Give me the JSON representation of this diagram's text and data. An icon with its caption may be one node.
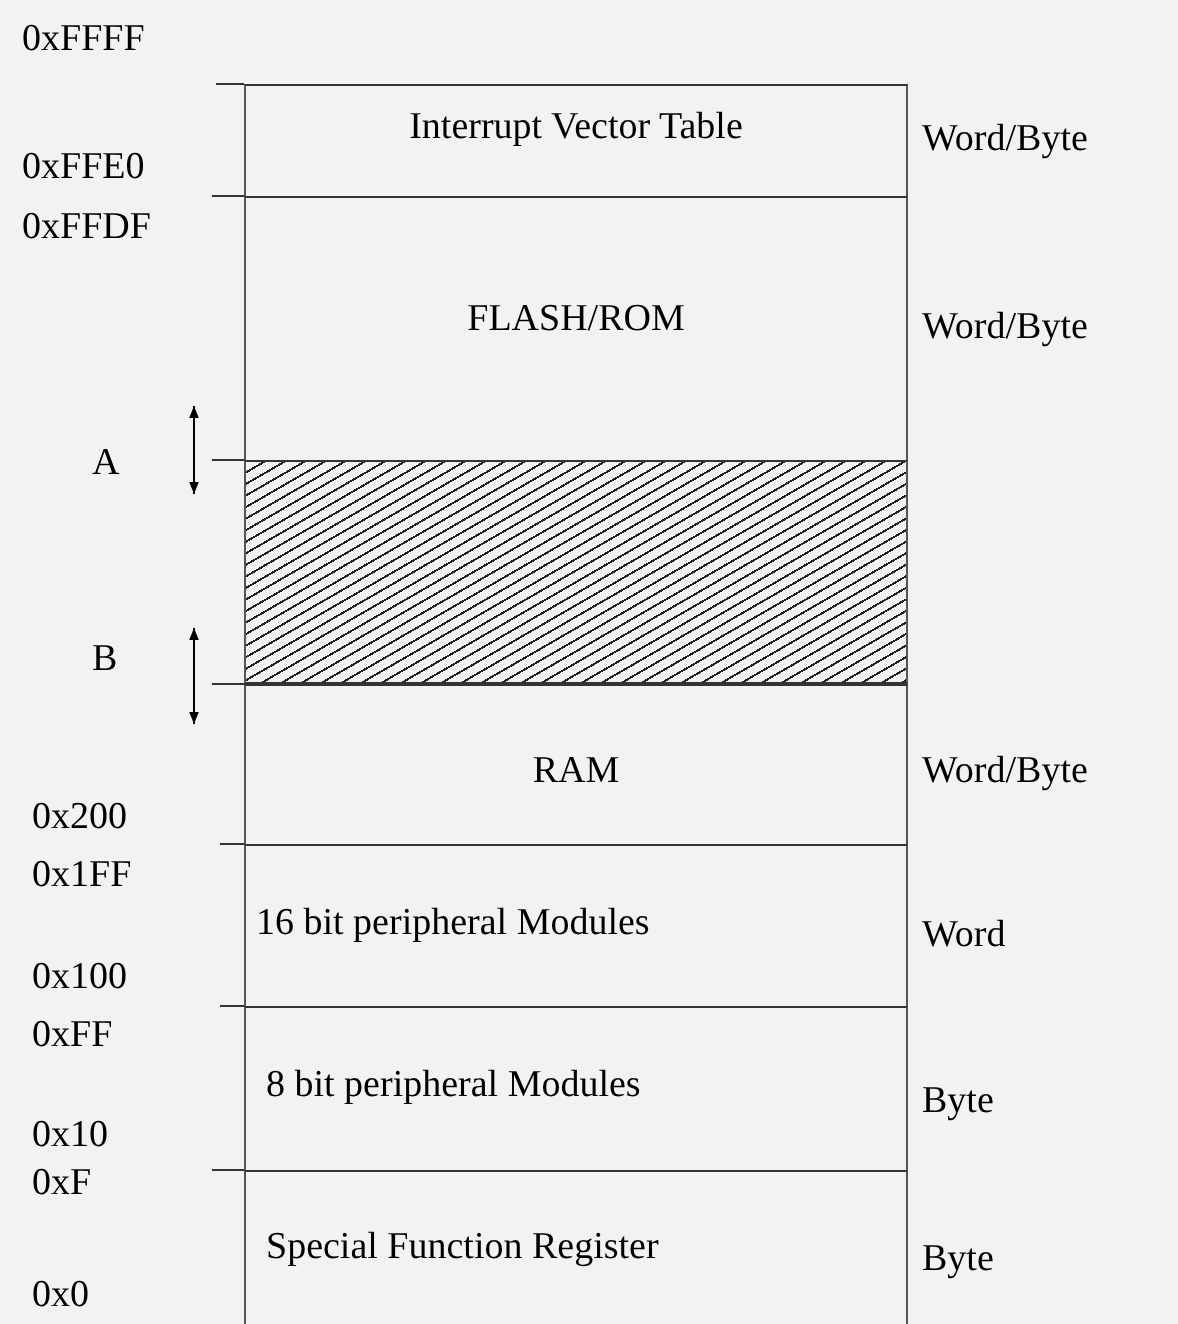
{
  "diagram": {
    "nodes": [
      {
        "text": [
          "Interrupt Vector Table"
        ]
      },
      {
        "text": [
          "FLASH/ROM"
        ]
      },
      {
        "text": [],
        "shape": "box"
      },
      {
        "text": [
          "RAM"
        ]
      },
      {
        "text": [
          "16 bit peripheral Modules"
        ]
      },
      {
        "text": [
          "8 bit peripheral Modules"
        ]
      },
      {
        "text": [
          "Special Function Register"
        ]
      }
    ],
    "edges": [],
    "labels": [
      "0xFFFF",
      "Word/Byte",
      "0xFFE0",
      "0xFFDF",
      "Word/Byte",
      "A",
      "B",
      "Word/Byte",
      "0x200",
      "0x1FF",
      "Word",
      "0x100",
      "0xFF",
      "Byte",
      "0x10",
      "0xF",
      "Byte",
      "0x0"
    ]
  }
}
